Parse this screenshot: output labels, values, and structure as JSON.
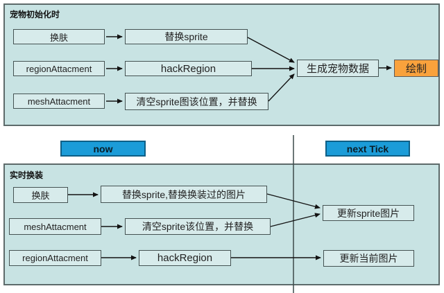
{
  "colors": {
    "panel-bg": "#c8e3e3",
    "panel-border": "#5d6a6a",
    "box-bg": "#d7ebeb",
    "box-border": "#445252",
    "orange": "#f9a23c",
    "blue": "#1b9cd8",
    "blue-border": "#0d5f86",
    "arrow": "#131313"
  },
  "top_panel": {
    "title": "宠物初始化时",
    "rows": [
      {
        "source": "换肤",
        "target": "替换sprite"
      },
      {
        "source": "regionAttacment",
        "target": "hackRegion"
      },
      {
        "source": "meshAttacment",
        "target": "清空sprite图该位置，并替换"
      }
    ],
    "merge_label": "生成宠物数据",
    "draw_label": "绘制"
  },
  "timeline": {
    "now": "now",
    "next_tick": "next Tick"
  },
  "bottom_panel": {
    "title": "实时换装",
    "rows": [
      {
        "source": "换肤",
        "target": "替换sprite,替换换装过的图片"
      },
      {
        "source": "meshAttacment",
        "target": "清空sprite该位置，并替换"
      },
      {
        "source": "regionAttacment",
        "target": "hackRegion"
      }
    ],
    "results": [
      "更新sprite图片",
      "更新当前图片"
    ]
  }
}
